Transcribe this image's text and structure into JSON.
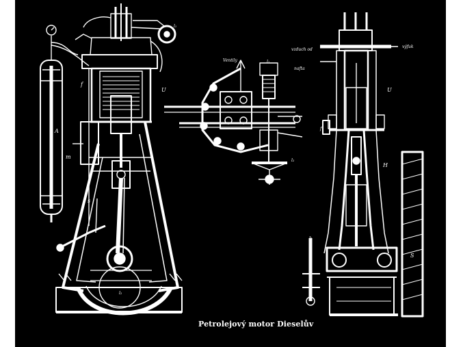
{
  "caption": "Petrolejový motor Dieselův",
  "labels": {
    "engine_a": "A",
    "engine_u": "U",
    "engine_s": "s",
    "engine_f": "f",
    "engine_m": "m",
    "engine_l1": "l₁",
    "engine_l2": "l₂",
    "valves_top": "Ventily",
    "valves_l1": "l₁",
    "valves_l2": "l₂",
    "valves_u": "U",
    "valves_h": "H",
    "valves_s": "S",
    "valves_b": "b",
    "valves_air": "vzduch od",
    "valves_fuel": "nafta",
    "valves_exhaust": "výfuk",
    "valves_f": "f"
  },
  "colors": {
    "ink": "#ffffff",
    "plate": "#000000",
    "margin": "#ffffff"
  }
}
